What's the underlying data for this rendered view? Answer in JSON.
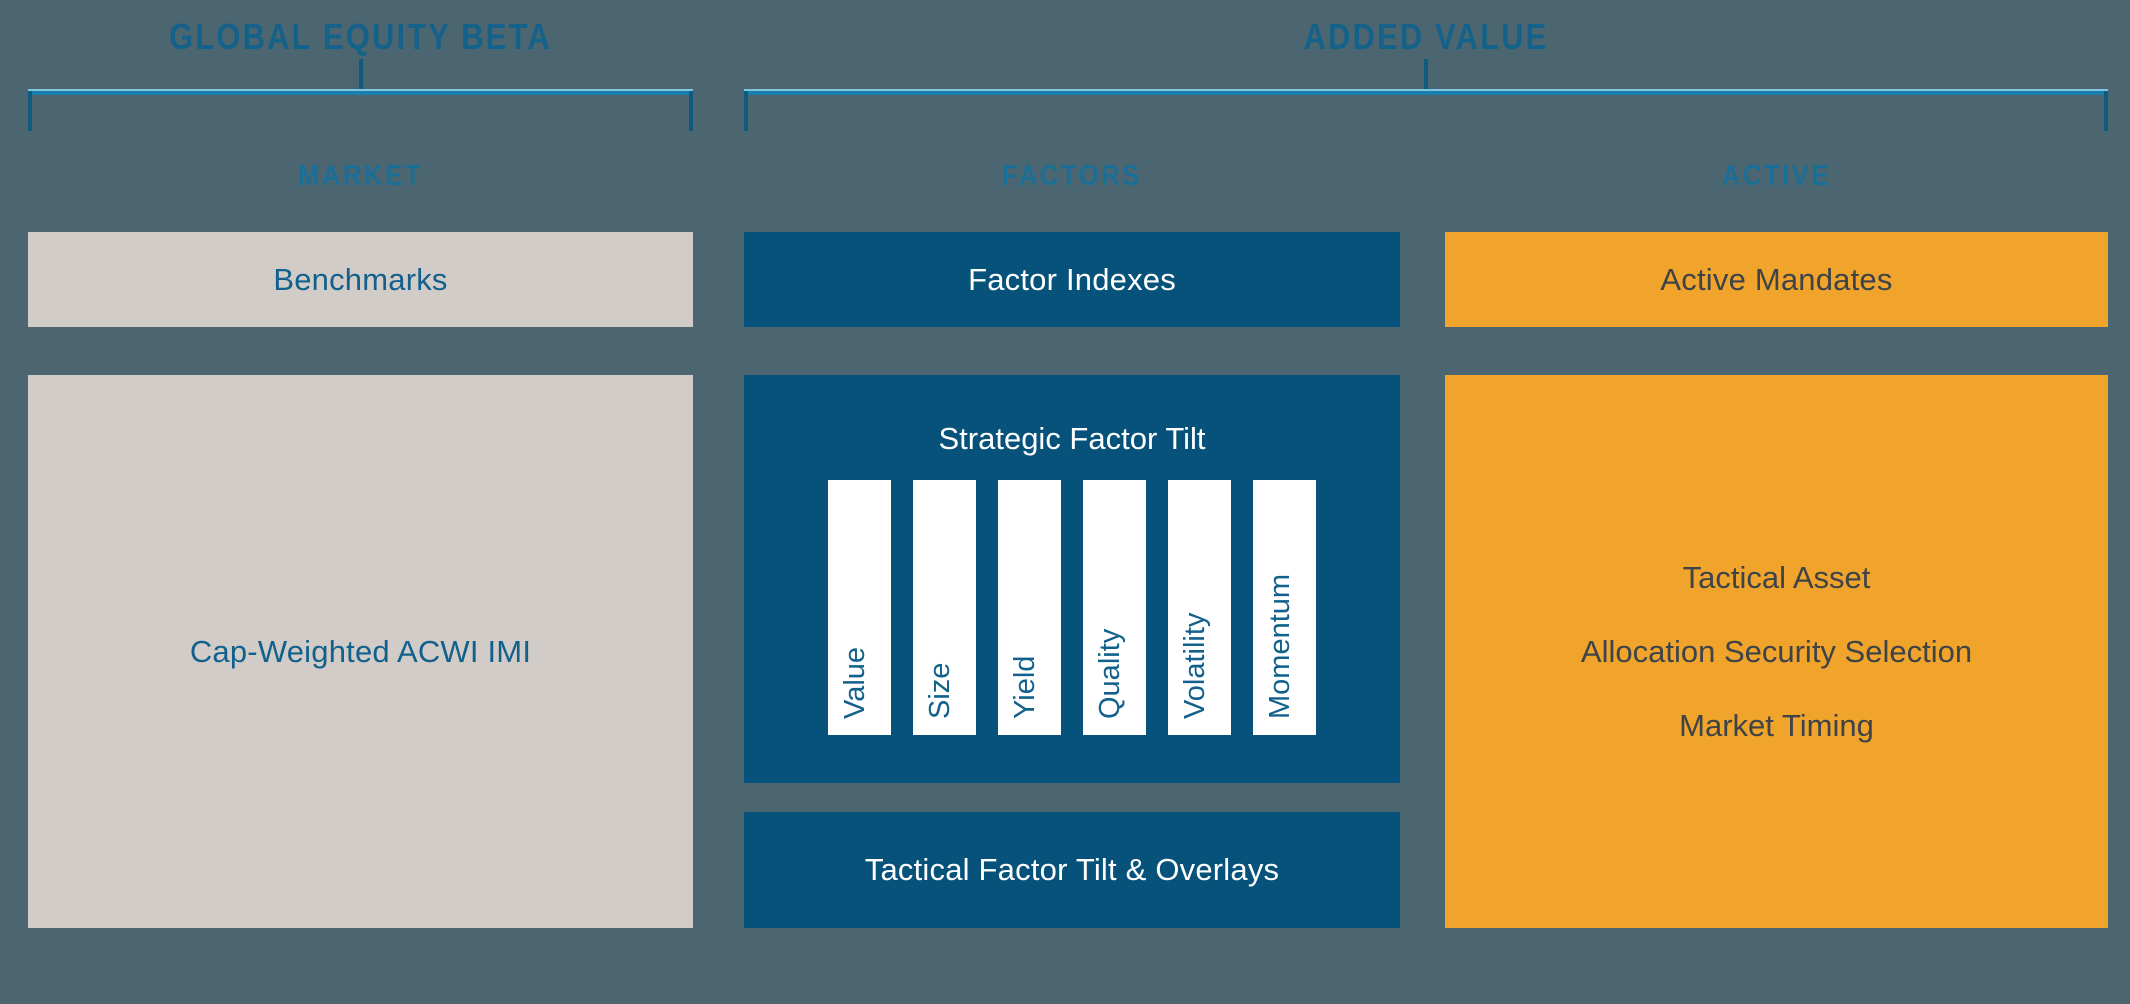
{
  "groups": [
    {
      "id": "beta",
      "title": "GLOBAL EQUITY BETA"
    },
    {
      "id": "added",
      "title": "ADDED VALUE"
    }
  ],
  "columns": [
    {
      "id": "market",
      "caption": "MARKET"
    },
    {
      "id": "factors",
      "caption": "FACTORS"
    },
    {
      "id": "active",
      "caption": "ACTIVE"
    }
  ],
  "market": {
    "header_box": "Benchmarks",
    "body_box": "Cap-Weighted ACWI IMI"
  },
  "factors": {
    "header_box": "Factor Indexes",
    "strategic_title": "Strategic Factor Tilt",
    "factor_bars": [
      "Value",
      "Size",
      "Yield",
      "Quality",
      "Volatility",
      "Momentum"
    ],
    "tactical_box": "Tactical Factor Tilt & Overlays"
  },
  "active": {
    "header_box": "Active Mandates",
    "lines": [
      "Tactical Asset",
      "Allocation Security Selection",
      "Market Timing"
    ]
  },
  "colors": {
    "background": "#4b6670",
    "gray_panel": "#d2ccc8",
    "blue_panel": "#06527a",
    "amber_panel": "#f0a42b",
    "accent_blue_text": "#12618c",
    "bracket_light": "#7fc4e0",
    "bracket_mid": "#1b7fae",
    "bracket_dark": "#0e5b80",
    "dark_text": "#3e4348",
    "white_text": "#ffffff"
  }
}
